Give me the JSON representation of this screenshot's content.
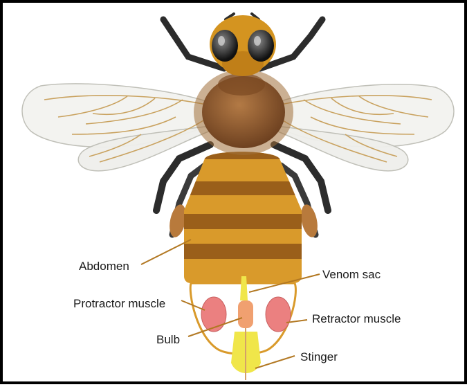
{
  "labels": {
    "abdomen": "Abdomen",
    "venom_sac": "Venom sac",
    "protractor_muscle": "Protractor muscle",
    "retractor_muscle": "Retractor muscle",
    "bulb": "Bulb",
    "stinger": "Stinger"
  },
  "colors": {
    "abdomen_band_light": "#d99a2b",
    "abdomen_band_dark": "#9a5f1a",
    "thorax": "#8a5528",
    "head": "#d49420",
    "leg": "#2c2c2c",
    "wing": "#f1f1ee",
    "wing_vein": "#c9a25f",
    "muscle": "#eb8080",
    "venom_gland": "#f0e64a",
    "bulb": "#f0a070",
    "leader_line": "#b27822"
  }
}
